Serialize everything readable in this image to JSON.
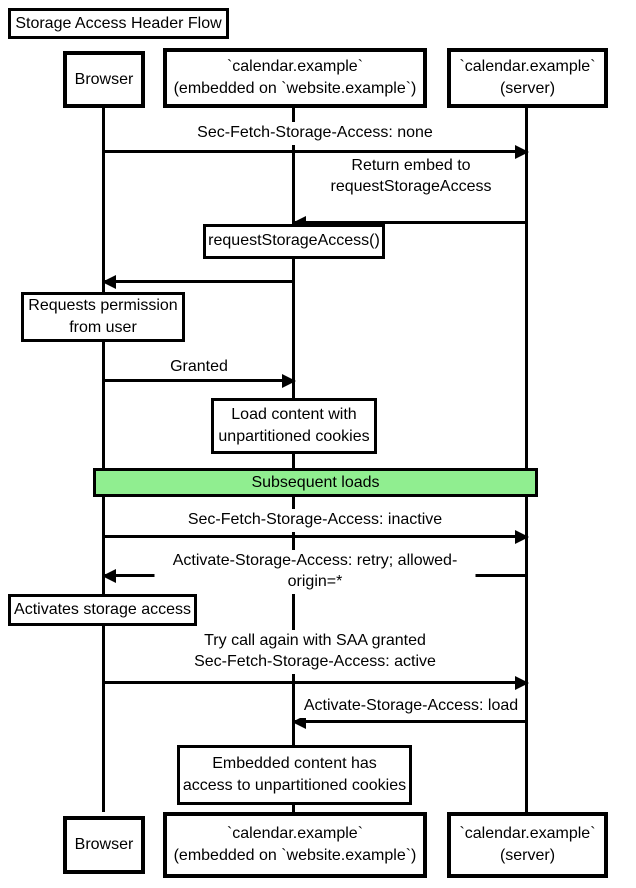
{
  "diagram": {
    "title": "Storage Access Header Flow",
    "participants": {
      "browser": "Browser",
      "embedded": "`calendar.example`\n(embedded on `website.example`)",
      "server": "`calendar.example`\n(server)"
    },
    "messages": {
      "m1": "Sec-Fetch-Storage-Access: none",
      "m2": "Return embed to\nrequestStorageAccess",
      "m3": "requestStorageAccess()",
      "m4": "Granted",
      "m5": "Sec-Fetch-Storage-Access: inactive",
      "m6": "Activate-Storage-Access: retry; allowed-origin=*",
      "m7": "Try call again with SAA granted\nSec-Fetch-Storage-Access: active",
      "m8": "Activate-Storage-Access: load"
    },
    "notes": {
      "n1": "Requests permission\nfrom user",
      "n2": "Load content with\nunpartitioned cookies",
      "n3": "Activates storage access",
      "n4": "Embedded content has\naccess to unpartitioned cookies"
    },
    "divider": "Subsequent loads",
    "colors": {
      "divider_fill": "#90EE90",
      "line": "#000000",
      "label_background": "#FFFFFF"
    }
  }
}
